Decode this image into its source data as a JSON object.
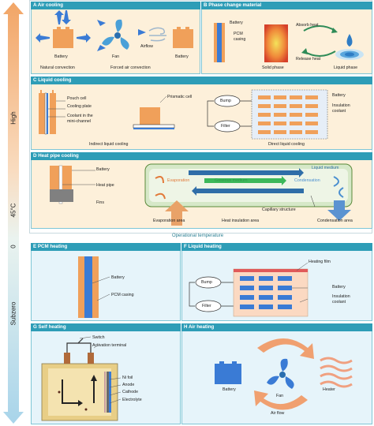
{
  "scale": {
    "high": "High",
    "temp": "45°C",
    "zero": "0",
    "subzero": "Subzero",
    "warm_color": "#f2a566",
    "cool_color": "#a8d4ea"
  },
  "operational_temperature": "Operational temperature",
  "panels": {
    "A": {
      "header": "A  Air cooling",
      "natural": "Natural convection",
      "forced": "Forced air convection",
      "battery1": "Battery",
      "battery2": "Battery",
      "fan": "Fan",
      "airflow": "Airflow"
    },
    "B": {
      "header": "B  Phase change material",
      "battery": "Battery",
      "pcm1": "PCM",
      "pcm2": "casing",
      "absorb": "Absorb heat",
      "release": "Release heat",
      "solid": "Solid phase",
      "liquid": "Liquid phase"
    },
    "C": {
      "header": "C  Liquid cooling",
      "pouch": "Pouch cell",
      "plate": "Cooling plate",
      "coolant1": "Coolant in the",
      "coolant2": "mini-channel",
      "prismatic": "Prismatic cell",
      "indirect": "Indirect liquid cooling",
      "bump": "Bump",
      "filter": "Filter",
      "battery": "Battery",
      "ins1": "Insulation",
      "ins2": "coolant",
      "direct": "Direct liquid cooling"
    },
    "D": {
      "header": "D  Heat pipe cooling",
      "battery": "Battery",
      "heatpipe": "Heat pipe",
      "fins": "Fins",
      "liquid_medium": "Liquid medium",
      "evaporation": "Evaporation",
      "gaseous": "Gaseous medium",
      "condensation": "Condensation",
      "capillary": "Capillary structure",
      "evap_area": "Evaporation area",
      "ins_area": "Heat insulation area",
      "cond_area": "Condensation area"
    },
    "E": {
      "header": "E  PCM heating",
      "battery": "Battery",
      "pcm": "PCM casing"
    },
    "F": {
      "header": "F  Liquid heating",
      "film": "Heating film",
      "bump": "Bump",
      "filter": "Filter",
      "battery": "Battery",
      "ins1": "Insulation",
      "ins2": "coolant"
    },
    "G": {
      "header": "G  Self heating",
      "switch": "Switch",
      "activation": "Activation terminal",
      "nifoil": "Ni foil",
      "anode": "Anode",
      "cathode": "Cathode",
      "electrolyte": "Electrolyte"
    },
    "H": {
      "header": "H  Air heating",
      "battery": "Battery",
      "fan": "Fan",
      "heater": "Heater",
      "airflow": "Air flow"
    }
  }
}
